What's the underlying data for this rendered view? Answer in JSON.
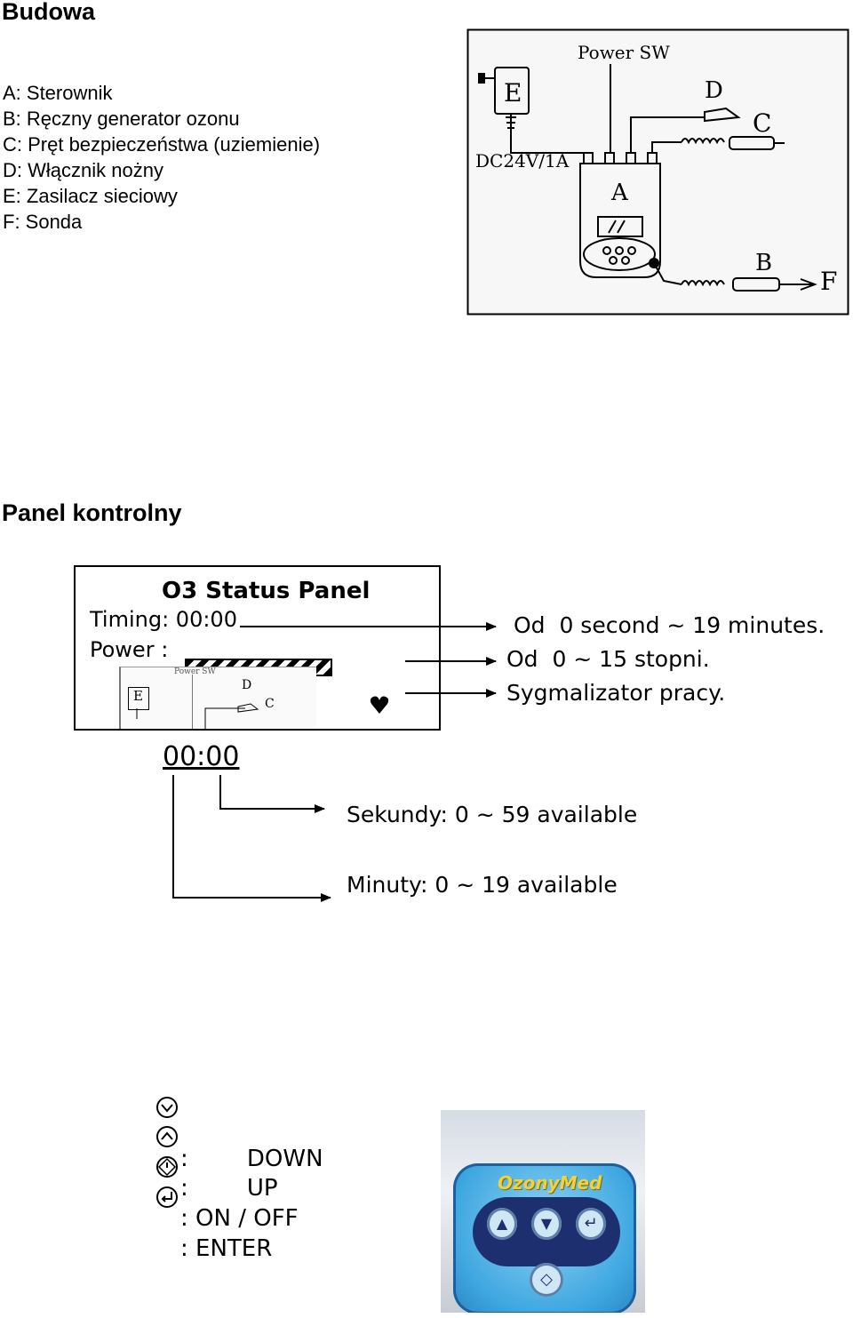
{
  "section1": {
    "title": "Budowa",
    "legend": [
      "A: Sterownik",
      "B: Ręczny generator ozonu",
      "C: Pręt bezpieczeństwa (uziemienie)",
      "D: Włącznik nożny",
      "E: Zasilacz sieciowy",
      "F: Sonda"
    ],
    "diagram": {
      "power_sw": "Power SW",
      "dc": "DC24V/1A",
      "A": "A",
      "B": "B",
      "C": "C",
      "D": "D",
      "E": "E",
      "F": "F"
    }
  },
  "section2": {
    "title": "Panel kontrolny",
    "panel": {
      "title": "O3 Status Panel",
      "timing": "Timing: 00:00",
      "power": "Power :",
      "mini_power_sw": "Power SW",
      "mini_E": "E",
      "mini_D": "D",
      "mini_C": "C"
    },
    "notes": [
      "Od  0 second ~ 19 minutes.",
      "Od  0 ~ 15 stopni.",
      "Sygmalizator pracy."
    ],
    "time_display": "00:00",
    "seconds_note": "Sekundy: 0 ~ 59 available",
    "minutes_note": "Minuty: 0 ~ 19 available"
  },
  "keys": [
    {
      "icon": "down-icon",
      "label": ":        DOWN"
    },
    {
      "icon": "up-icon",
      "label": ":        UP"
    },
    {
      "icon": "power-icon",
      "label": ": ON / OFF"
    },
    {
      "icon": "enter-icon",
      "label": ": ENTER"
    }
  ],
  "photo": {
    "brand": "OzonyMed"
  }
}
